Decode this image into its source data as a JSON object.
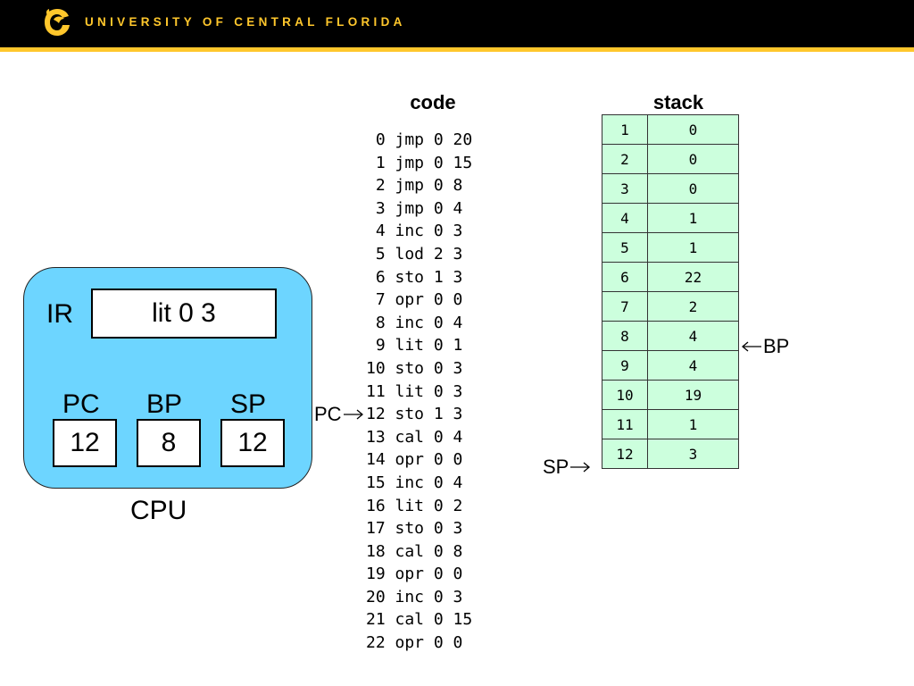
{
  "header": {
    "brand_text": "UNIVERSITY OF CENTRAL FLORIDA",
    "bg_color": "#000000",
    "accent_color": "#ffc72c"
  },
  "code": {
    "title": "code",
    "lines": [
      " 0 jmp 0 20",
      " 1 jmp 0 15",
      " 2 jmp 0 8",
      " 3 jmp 0 4",
      " 4 inc 0 3",
      " 5 lod 2 3",
      " 6 sto 1 3",
      " 7 opr 0 0",
      " 8 inc 0 4",
      " 9 lit 0 1",
      "10 sto 0 3",
      "11 lit 0 3",
      "12 sto 1 3",
      "13 cal 0 4",
      "14 opr 0 0",
      "15 inc 0 4",
      "16 lit 0 2",
      "17 sto 0 3",
      "18 cal 0 8",
      "19 opr 0 0",
      "20 inc 0 3",
      "21 cal 0 15",
      "22 opr 0 0"
    ]
  },
  "stack": {
    "title": "stack",
    "cell_color": "#ccffdd",
    "rows": [
      {
        "index": "1",
        "value": "0"
      },
      {
        "index": "2",
        "value": "0"
      },
      {
        "index": "3",
        "value": "0"
      },
      {
        "index": "4",
        "value": "1"
      },
      {
        "index": "5",
        "value": "1"
      },
      {
        "index": "6",
        "value": "22"
      },
      {
        "index": "7",
        "value": "2"
      },
      {
        "index": "8",
        "value": "4"
      },
      {
        "index": "9",
        "value": "4"
      },
      {
        "index": "10",
        "value": "19"
      },
      {
        "index": "11",
        "value": "1"
      },
      {
        "index": "12",
        "value": "3"
      }
    ]
  },
  "cpu": {
    "label": "CPU",
    "box_color": "#6dd5ff",
    "ir_label": "IR",
    "ir_value": "lit 0 3",
    "pc_label": "PC",
    "pc_value": "12",
    "bp_label": "BP",
    "bp_value": "8",
    "sp_label": "SP",
    "sp_value": "12"
  },
  "pointers": {
    "pc_label": "PC",
    "sp_label": "SP",
    "bp_label": "BP"
  }
}
